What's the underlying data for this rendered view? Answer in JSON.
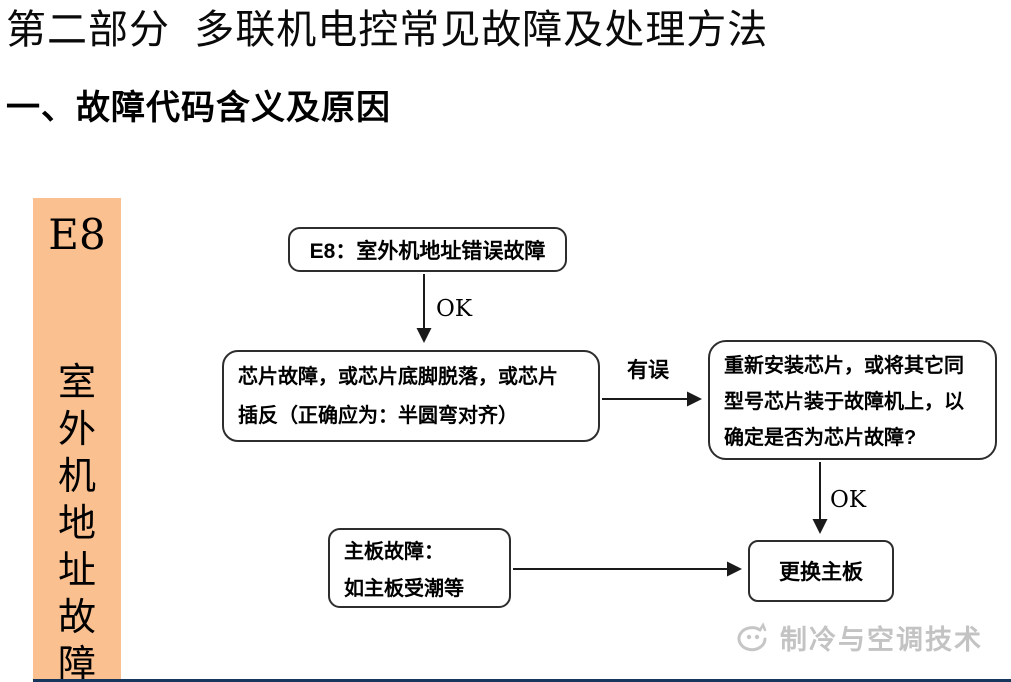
{
  "page": {
    "title": "第二部分  多联机电控常见故障及处理方法",
    "subtitle": "一、故障代码含义及原因"
  },
  "sidebar": {
    "code": "E8",
    "vertical_label": "室外机地址故障",
    "bg_color": "#FAC090"
  },
  "flowchart": {
    "boxes": {
      "start": "E8：室外机地址错误故障",
      "chip_check": "芯片故障，或芯片底脚脱落，或芯片\n插反（正确应为：半圆弯对齐）",
      "reinstall": "重新安装芯片，或将其它同\n型号芯片装于故障机上，以\n确定是否为芯片故障?",
      "mainboard_fault": "主板故障：\n如主板受潮等",
      "replace": "更换主板"
    },
    "labels": {
      "ok1": "OK",
      "error": "有误",
      "ok2": "OK"
    },
    "box_border_color": "#2d2d2d",
    "arrow_color": "#1a1a1a"
  },
  "watermark": {
    "text": "制冷与空调技术",
    "logo": "cat-logo-icon",
    "color": "#c3c3c3"
  },
  "footer": {
    "line_color": "#17365D"
  }
}
